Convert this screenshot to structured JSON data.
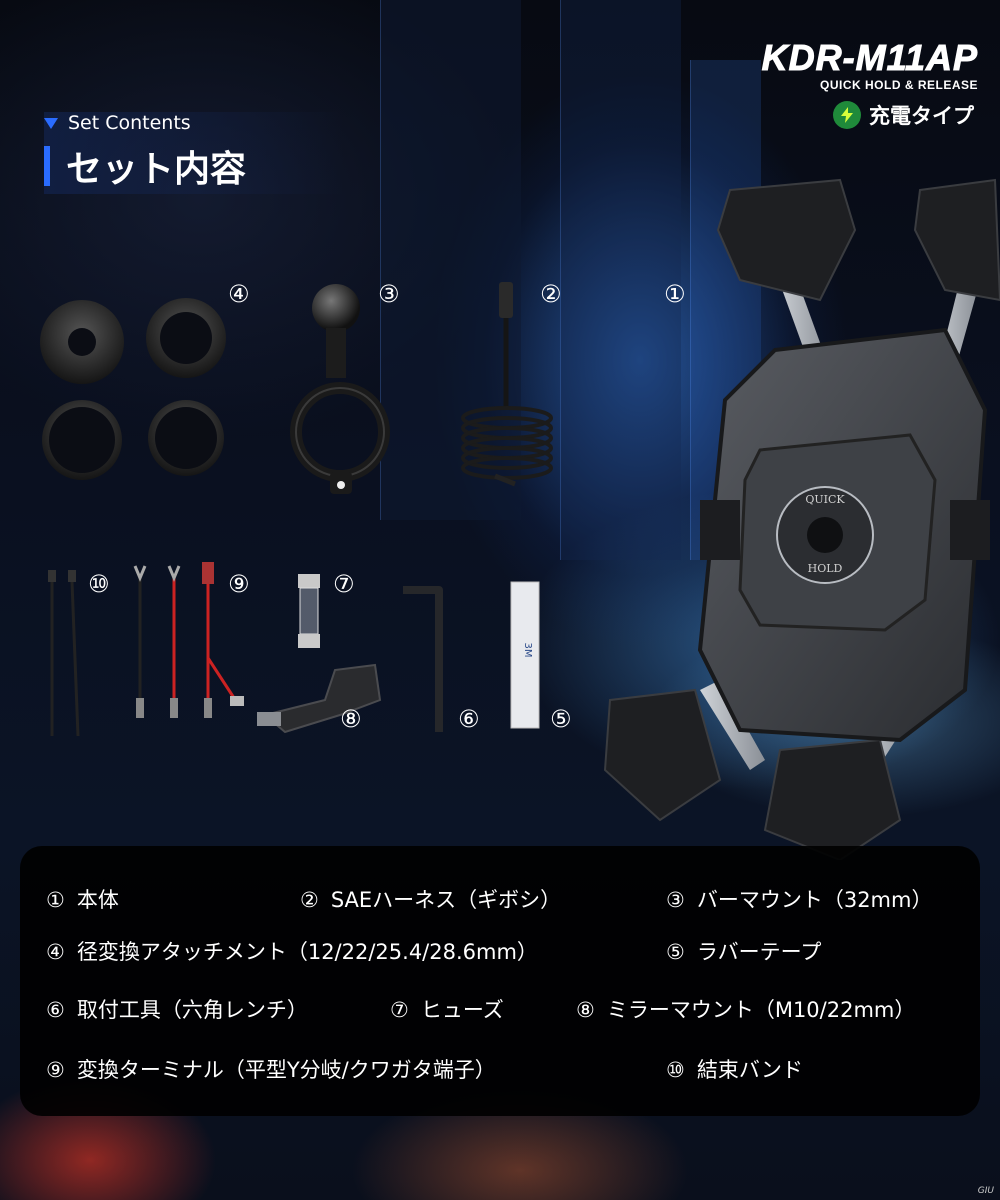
{
  "brand": {
    "name": "KDR-M11AP",
    "tagline": "QUICK HOLD & RELEASE",
    "charge_label": "充電タイプ",
    "charge_icon": "lightning-charge-icon"
  },
  "section": {
    "title_en": "Set Contents",
    "title_ja": "セット内容"
  },
  "markers": [
    "①",
    "②",
    "③",
    "④",
    "⑤",
    "⑥",
    "⑦",
    "⑧",
    "⑨",
    "⑩"
  ],
  "holder_labels": {
    "top": "QUICK",
    "bottom": "HOLD"
  },
  "contents": [
    {
      "num": "①",
      "label": "本体"
    },
    {
      "num": "②",
      "label": "SAEハーネス（ギボシ）"
    },
    {
      "num": "③",
      "label": "バーマウント（32mm）"
    },
    {
      "num": "④",
      "label": "径変換アタッチメント（12/22/25.4/28.6mm）"
    },
    {
      "num": "⑤",
      "label": "ラバーテープ"
    },
    {
      "num": "⑥",
      "label": "取付工具（六角レンチ）"
    },
    {
      "num": "⑦",
      "label": "ヒューズ"
    },
    {
      "num": "⑧",
      "label": "ミラーマウント（M10/22mm）"
    },
    {
      "num": "⑨",
      "label": "変換ターミナル（平型Y分岐/クワガタ端子）"
    },
    {
      "num": "⑩",
      "label": "結束バンド"
    }
  ],
  "corner_mark": "GIU"
}
